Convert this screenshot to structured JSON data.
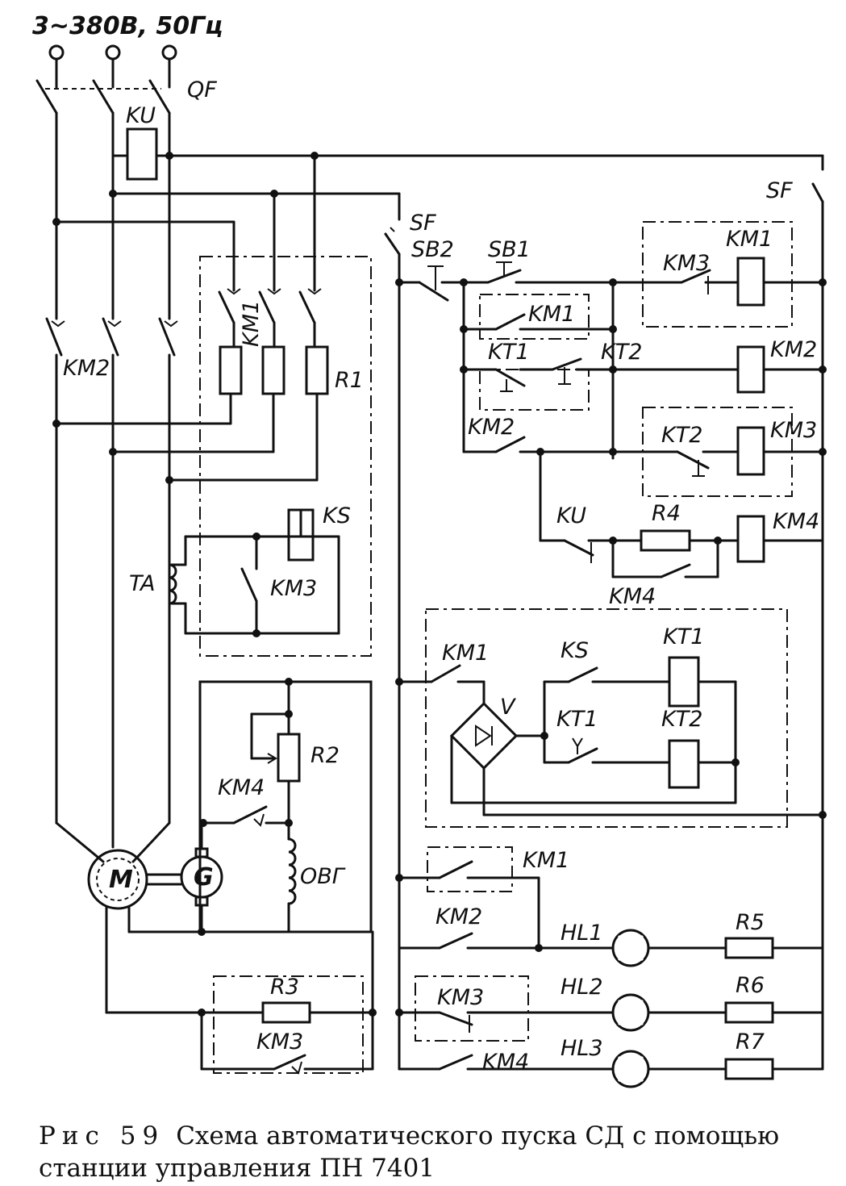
{
  "supply_label": "3~380В, 50Гц",
  "labels": {
    "QF": "QF",
    "KU_coil": "KU",
    "SF_top": "SF",
    "SF_mid": "SF",
    "SB2": "SB2",
    "SB1": "SB1",
    "KM2_power": "KM2",
    "KM1_power": "KM1",
    "R1": "R1",
    "KS_coil": "KS",
    "KM3_ks": "KM3",
    "TA": "TA",
    "R2": "R2",
    "KM4_field": "KM4",
    "OVG": "ОВГ",
    "M": "M",
    "G": "G",
    "R3": "R3",
    "KM3_r3": "KM3",
    "KM3_ctrl": "KM3",
    "KM1_coil": "KM1",
    "KM1_hold": "KM1",
    "KT1_c": "KT1",
    "KT2_c": "KT2",
    "KM2_coil": "KM2",
    "KM2_ctrl": "KM2",
    "KT2_ctrl": "KT2",
    "KM3_coil": "KM3",
    "KU_ctrl": "KU",
    "R4": "R4",
    "KM4_coil": "KM4",
    "KM4_hold": "KM4",
    "KM1_tr": "KM1",
    "V": "V",
    "KS_c": "KS",
    "KT1_coil": "KT1",
    "KT1_tr": "KT1",
    "KT2_coil": "KT2",
    "KM1_sig": "KM1",
    "KM2_sig": "KM2",
    "KM3_sig": "KM3",
    "KM4_sig": "KM4",
    "HL1": "HL1",
    "HL2": "HL2",
    "HL3": "HL3",
    "R5": "R5",
    "R6": "R6",
    "R7": "R7"
  },
  "caption": {
    "fig_number": "Рис 59",
    "text": "Схема автоматического пуска СД с помощью станции управления ПН 7401"
  }
}
